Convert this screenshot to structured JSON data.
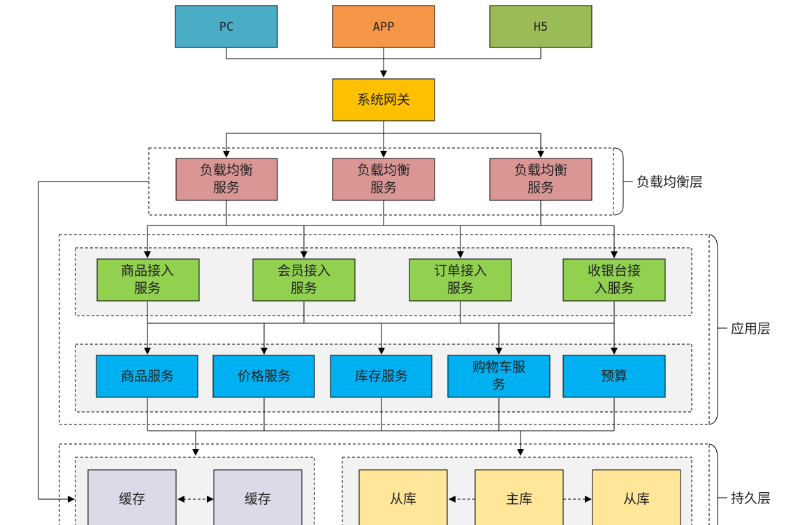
{
  "clients": {
    "pc": "PC",
    "app": "APP",
    "h5": "H5"
  },
  "gateway": "系统网关",
  "load_balancers": [
    {
      "line1": "负载均衡",
      "line2": "服务"
    },
    {
      "line1": "负载均衡",
      "line2": "服务"
    },
    {
      "line1": "负载均衡",
      "line2": "服务"
    }
  ],
  "access_services": [
    {
      "line1": "商品接入",
      "line2": "服务"
    },
    {
      "line1": "会员接入",
      "line2": "服务"
    },
    {
      "line1": "订单接入",
      "line2": "服务"
    },
    {
      "line1": "收银台接",
      "line2": "入服务"
    }
  ],
  "core_services": [
    {
      "line1": "商品服务",
      "line2": ""
    },
    {
      "line1": "价格服务",
      "line2": ""
    },
    {
      "line1": "库存服务",
      "line2": ""
    },
    {
      "line1": "购物车服",
      "line2": "务"
    },
    {
      "line1": "预算",
      "line2": ""
    }
  ],
  "caches": [
    "缓存",
    "缓存"
  ],
  "databases": [
    "从库",
    "主库",
    "从库"
  ],
  "layers": {
    "load_balance": "负载均衡层",
    "application": "应用层",
    "persistence": "持久层"
  },
  "colors": {
    "pc": "#4bacc6",
    "app": "#f79646",
    "h5": "#9bbb59",
    "gateway": "#ffc000",
    "load_balancer": "#da9694",
    "access_service": "#92d050",
    "core_service": "#00b0f0",
    "cache": "#ddd9e8",
    "database": "#ffe699",
    "panel": "#f2f2f2"
  }
}
